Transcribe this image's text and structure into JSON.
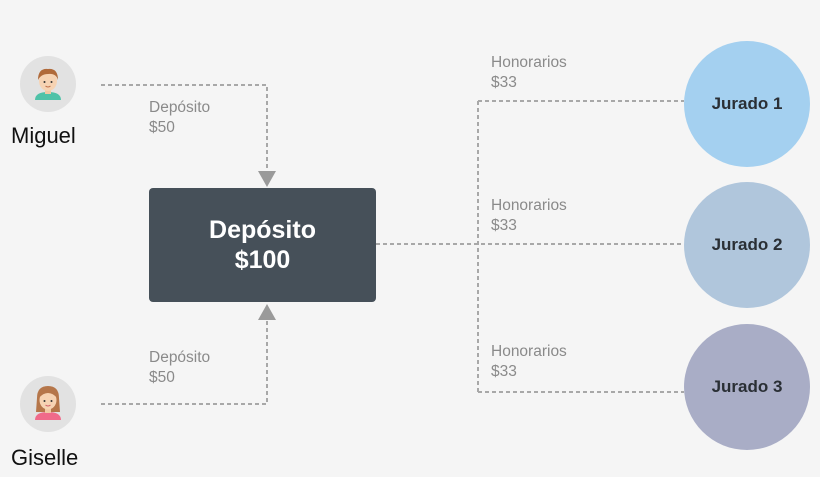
{
  "participants": [
    {
      "name": "Miguel",
      "avatar_icon": "man-avatar-icon",
      "flow": {
        "label": "Depósito",
        "amount": "$50"
      }
    },
    {
      "name": "Giselle",
      "avatar_icon": "woman-avatar-icon",
      "flow": {
        "label": "Depósito",
        "amount": "$50"
      }
    }
  ],
  "center": {
    "title": "Depósito",
    "amount": "$100",
    "color": "#465059"
  },
  "fees": [
    {
      "label": "Honorarios",
      "amount": "$33"
    },
    {
      "label": "Honorarios",
      "amount": "$33"
    },
    {
      "label": "Honorarios",
      "amount": "$33"
    }
  ],
  "jurors": [
    {
      "label": "Jurado 1",
      "color": "#a4d0f0"
    },
    {
      "label": "Jurado 2",
      "color": "#b0c6dc"
    },
    {
      "label": "Jurado 3",
      "color": "#a9adc6"
    }
  ],
  "colors": {
    "background": "#f5f5f5",
    "connector": "#a8a8a8",
    "arrow": "#9a9a9a"
  }
}
